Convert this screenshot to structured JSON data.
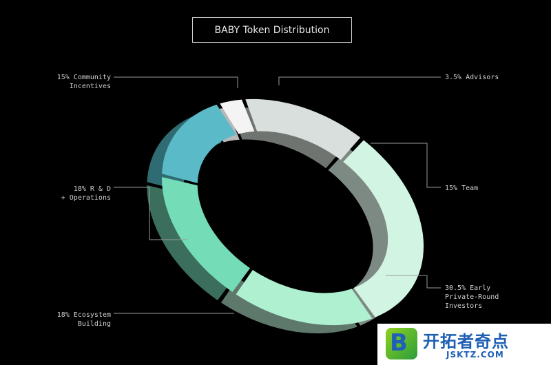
{
  "chart_data": {
    "type": "pie",
    "title": "BABY Token Distribution",
    "slices": [
      {
        "label_lines": [
          "3.5% Advisors"
        ],
        "value": 3.5,
        "color": "#f4f4f4",
        "side_color": "#b8b8b8"
      },
      {
        "label_lines": [
          "15% Team"
        ],
        "value": 15,
        "color": "#d9dfdc",
        "side_color": "#6f7471"
      },
      {
        "label_lines": [
          "30.5% Early",
          "Private-Round",
          "Investors"
        ],
        "value": 30.5,
        "color": "#d2f5e3",
        "side_color": "#7d8a84"
      },
      {
        "label_lines": [
          "18% Ecosystem",
          "Building"
        ],
        "value": 18,
        "color": "#aef0cf",
        "side_color": "#5e786b"
      },
      {
        "label_lines": [
          "18% R & D",
          "+ Operations"
        ],
        "value": 18,
        "color": "#74dcb6",
        "side_color": "#3b6e5c"
      },
      {
        "label_lines": [
          "15% Community",
          "Incentives"
        ],
        "value": 15,
        "color": "#5bbac8",
        "side_color": "#2f6b72"
      }
    ]
  },
  "watermark": {
    "logo_letter": "B",
    "brand": "开拓者奇点",
    "url": "JSKTZ.COM"
  }
}
